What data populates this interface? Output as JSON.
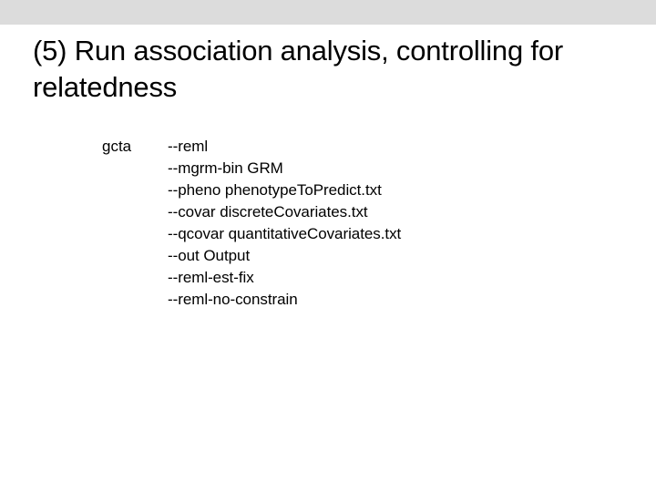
{
  "slide": {
    "background_color": "#ffffff",
    "top_band_color": "#dcdcdc",
    "text_color": "#000000",
    "title": "(5) Run association analysis, controlling for relatedness"
  },
  "command": {
    "program": "gcta",
    "options": [
      "--reml",
      "--mgrm-bin GRM",
      "--pheno phenotypeToPredict.txt",
      "--covar discreteCovariates.txt",
      "--qcovar quantitativeCovariates.txt",
      "--out Output",
      "--reml-est-fix",
      "--reml-no-constrain"
    ]
  }
}
